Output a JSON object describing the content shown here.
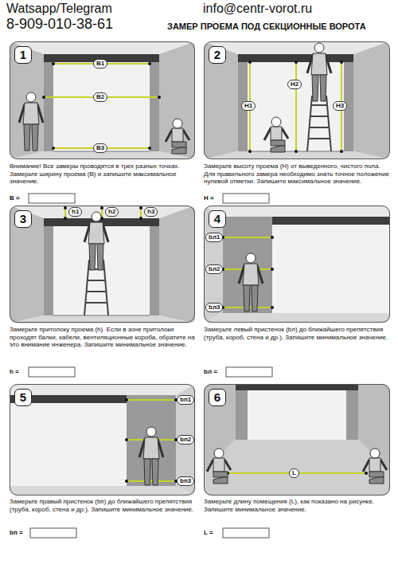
{
  "diagram": {
    "title": "ЗАМЕР ПРОЕМА ПОД СЕКЦИОННЫЕ ВОРОТА",
    "nodes": [
      {
        "text": [
          "1"
        ]
      },
      {
        "text": [
          "2"
        ]
      },
      {
        "text": [
          "3"
        ]
      },
      {
        "text": [
          "4"
        ]
      },
      {
        "text": [
          "5"
        ]
      },
      {
        "text": [
          "6"
        ]
      }
    ],
    "labels": [
      "Watsapp/Telegram",
      "8-909-010-38-61",
      "info@centr-vorot.ru",
      "B1",
      "B2",
      "B3",
      "Внимание! Все замеры проводятся в трех разных точках. Замерьте ширину проема (B) и запишите максимальное значение.",
      "B =",
      "H1",
      "H2",
      "H3",
      "Замерьте высоту проема (H) от выведенного, чистого пола. Для правильного замера необходимо знать точное положение нулевой отметки. Запишите максимальное значение.",
      "H =",
      "h1",
      "h2",
      "h3",
      "Замерьте притолоку проема (h). Если в зоне притолоки проходят балки, кабели, вентиляционные короба, обратите на это внимание инженера. Запишите минимальное значение.",
      "h =",
      "bл1",
      "bл2",
      "bл3",
      "Замерьте левый пристенок (bл) до ближайшего препятствия (труба, короб, стена и др.). Запишите минимальное значение.",
      "bл =",
      "bп1",
      "bп2",
      "bп3",
      "Замерьте правый пристенок (bп) до ближайшего препятствия (труба, короб, стена и др.). Запишите минимальное значение.",
      "bп =",
      "L",
      "Замерьте длину помещения (L), как показано на рисунке. Запишите минимальное значение.",
      "L ="
    ]
  }
}
